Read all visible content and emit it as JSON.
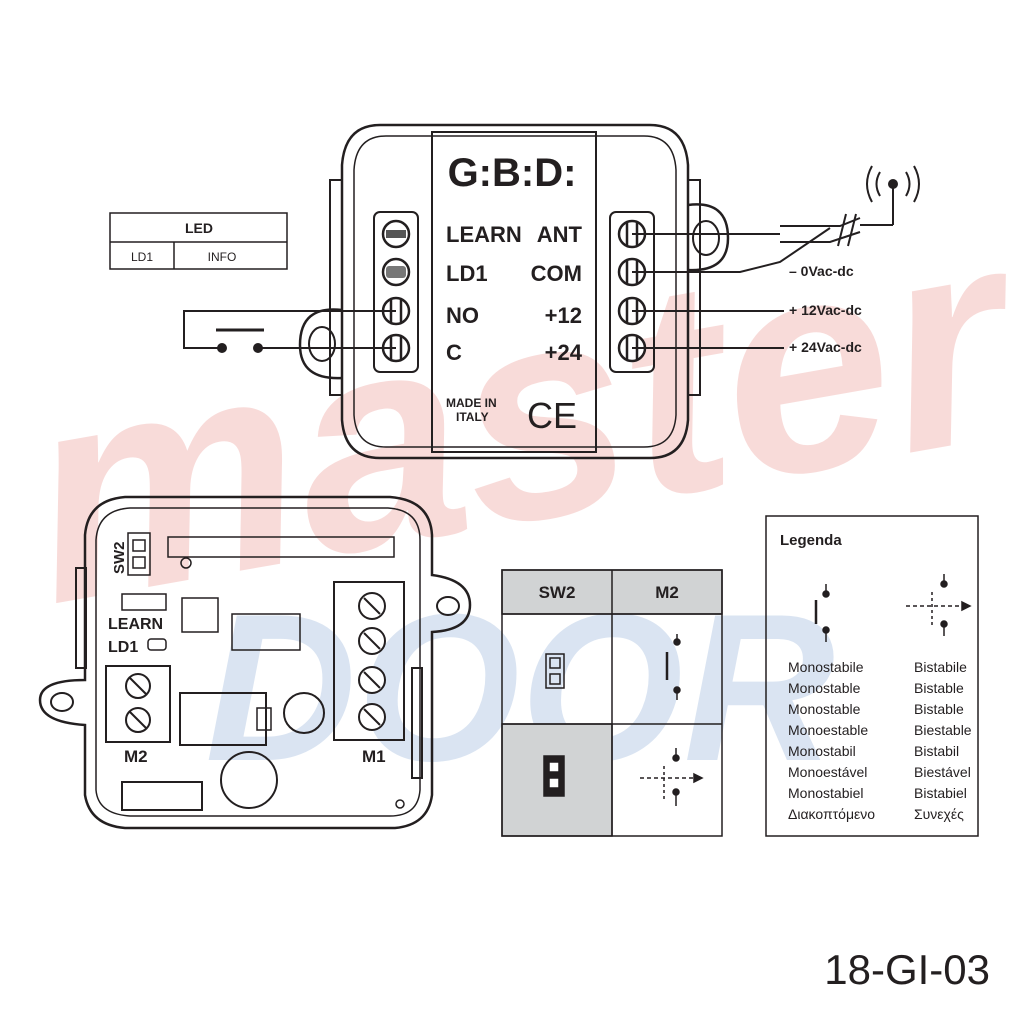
{
  "watermark": {
    "line1": "master",
    "line2": "DOOR"
  },
  "module": {
    "brand": "G:B:D:",
    "left_terminals": [
      "LEARN",
      "LD1",
      "NO",
      "C"
    ],
    "right_terminals": [
      "ANT",
      "COM",
      "+12",
      "+24"
    ],
    "made_in_line1": "MADE IN",
    "made_in_line2": "ITALY",
    "ce_mark": "CE"
  },
  "led_table": {
    "header": "LED",
    "cells": [
      "LD1",
      "INFO"
    ]
  },
  "wires": {
    "v0": "– 0Vac-dc",
    "v12": "+ 12Vac-dc",
    "v24": "+ 24Vac-dc"
  },
  "board": {
    "sw2": "SW2",
    "learn": "LEARN",
    "ld1": "LD1",
    "m2": "M2",
    "m1": "M1"
  },
  "switch_table": {
    "headers": [
      "SW2",
      "M2"
    ]
  },
  "legend": {
    "title": "Legenda",
    "monostable": [
      "Monostabile",
      "Monostable",
      "Monostable",
      "Monoestable",
      "Monostabil",
      "Monoestável",
      "Monostabiel",
      "Διακοπτόμενο"
    ],
    "bistable": [
      "Bistabile",
      "Bistable",
      "Bistable",
      "Biestable",
      "Bistabil",
      "Biestável",
      "Bistabiel",
      "Συνεχές"
    ]
  },
  "code": "18-GI-03",
  "colors": {
    "ink": "#231f20",
    "watermark_red": "#d9261c",
    "watermark_blue": "#1f5fb0",
    "header_gray": "#d1d3d4"
  }
}
